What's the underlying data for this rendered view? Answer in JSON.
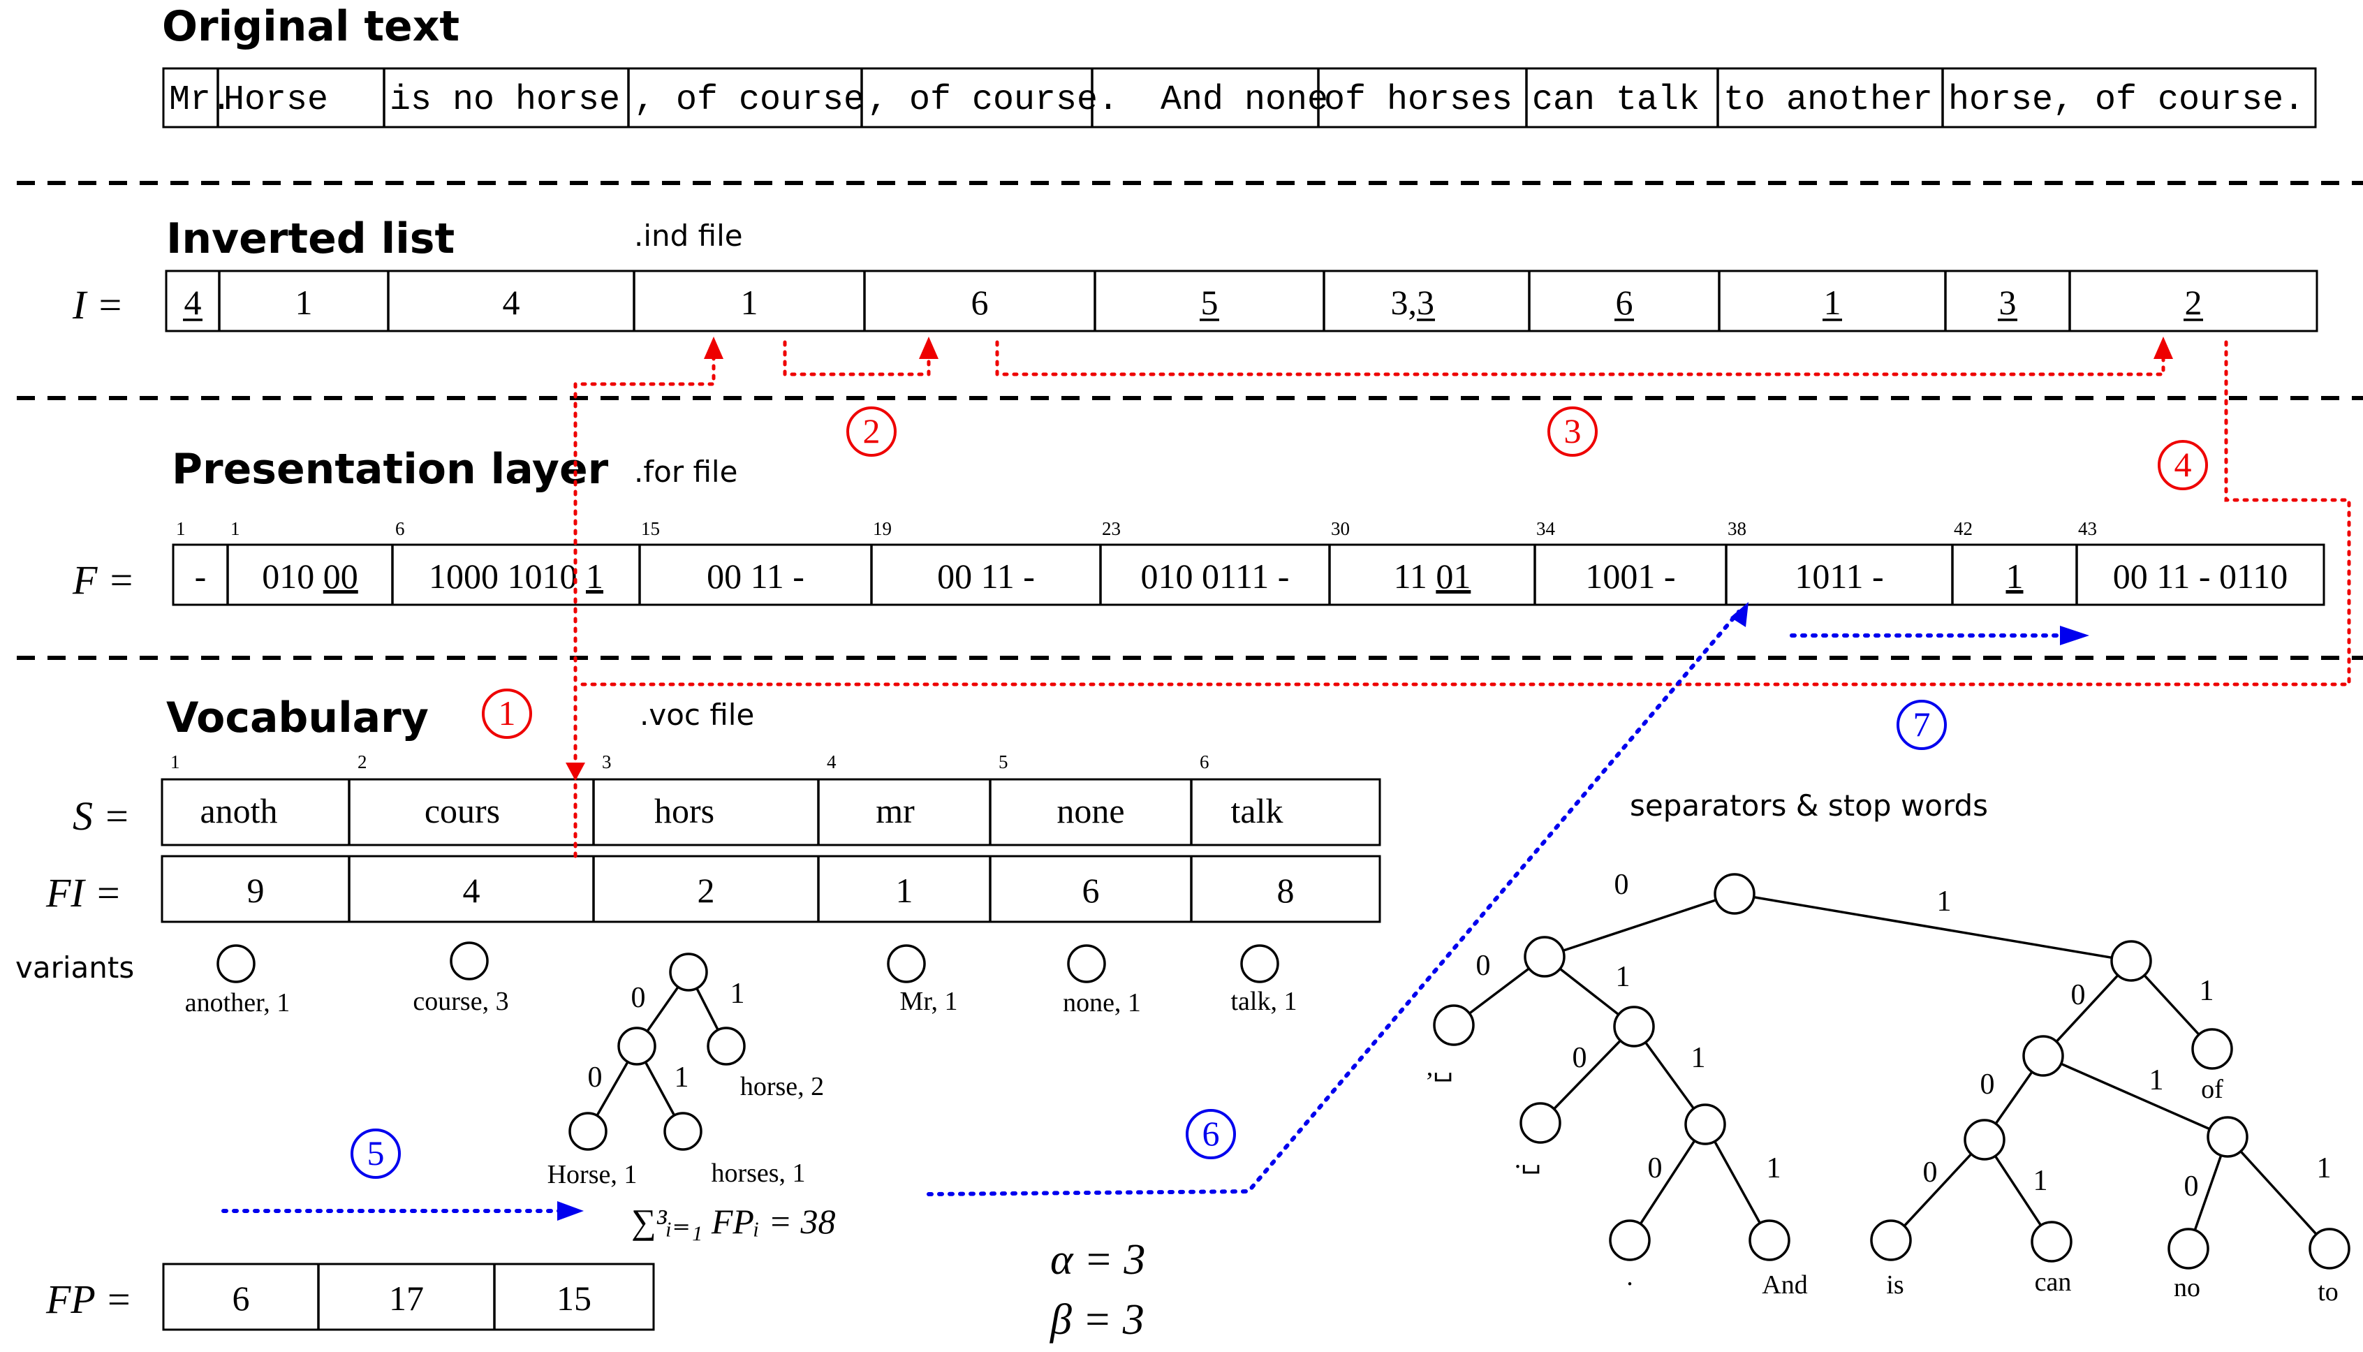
{
  "colors": {
    "arrow_red": "#ee0000",
    "arrow_blue": "#0000ee",
    "ink": "#000000"
  },
  "original": {
    "title": "Original text",
    "segments": [
      "Mr",
      ".  ",
      "Horse",
      "is no horse",
      ", of course",
      ", of course",
      ".  And none",
      "of horses",
      "can talk",
      "to another",
      "horse",
      ", of course."
    ]
  },
  "inverted": {
    "title": "Inverted list",
    "file": ".ind file",
    "label": "I =",
    "cells": [
      {
        "text": "4",
        "u": true
      },
      {
        "text": "1",
        "u": false
      },
      {
        "text": "4",
        "u": false
      },
      {
        "text": "1",
        "u": false
      },
      {
        "text": "6",
        "u": false
      },
      {
        "text": "5",
        "u": true
      },
      {
        "text": "3, ",
        "u": false,
        "text2": "3",
        "u2": true
      },
      {
        "text": "6",
        "u": true
      },
      {
        "text": "1",
        "u": true
      },
      {
        "text": "3",
        "u": true
      },
      {
        "text": "2",
        "u": true
      }
    ]
  },
  "presentation": {
    "title": "Presentation layer",
    "file": ".for file",
    "label": "F =",
    "indices": [
      "1",
      "1",
      "6",
      "15",
      "19",
      "23",
      "30",
      "34",
      "38",
      "42",
      "43"
    ],
    "cells": [
      {
        "text": "-"
      },
      {
        "text": "010 ",
        "utext": "00"
      },
      {
        "text": "1000 1010 ",
        "utext": "1"
      },
      {
        "text": "00 11 -"
      },
      {
        "text": "00 11 -"
      },
      {
        "text": "010 0111 -"
      },
      {
        "text": "11 ",
        "utext": "01"
      },
      {
        "text": "1001 -"
      },
      {
        "text": "1011 -"
      },
      {
        "text": "",
        "utext": "1"
      },
      {
        "text": "00 11 - 0110"
      }
    ]
  },
  "vocabulary": {
    "title": "Vocabulary",
    "file": ".voc file",
    "s_label": "S =",
    "fi_label": "FI =",
    "fp_label": "FP =",
    "variants_label": "variants",
    "indices": [
      "1",
      "2",
      "3",
      "4",
      "5",
      "6"
    ],
    "stems": [
      "anoth",
      "cours",
      "hors",
      "mr",
      "none",
      "talk"
    ],
    "fi": [
      "9",
      "4",
      "2",
      "1",
      "6",
      "8"
    ],
    "fp": [
      "6",
      "17",
      "15"
    ],
    "variants": [
      "another, 1",
      "course, 3",
      "Mr, 1",
      "none, 1",
      "talk, 1"
    ],
    "hors_tree": {
      "edges": [
        "0",
        "1",
        "0",
        "1"
      ],
      "leaves": [
        "horse, 2",
        "Horse, 1",
        "horses, 1"
      ]
    },
    "sum_formula": "∑³ᵢ₌₁ FPᵢ = 38",
    "alpha": "α = 3",
    "beta": "β = 3"
  },
  "separators": {
    "title": "separators & stop words",
    "edge_labels": [
      "0",
      "1",
      "0",
      "1",
      "0",
      "1",
      "0",
      "1",
      "0",
      "1",
      "0",
      "1",
      "0",
      "1",
      "0",
      "1"
    ],
    "leaves": [
      ",␣",
      ".␣",
      ".",
      "And",
      "is",
      "can",
      "no",
      "to",
      "of"
    ]
  },
  "steps": [
    "1",
    "2",
    "3",
    "4",
    "5",
    "6",
    "7"
  ]
}
